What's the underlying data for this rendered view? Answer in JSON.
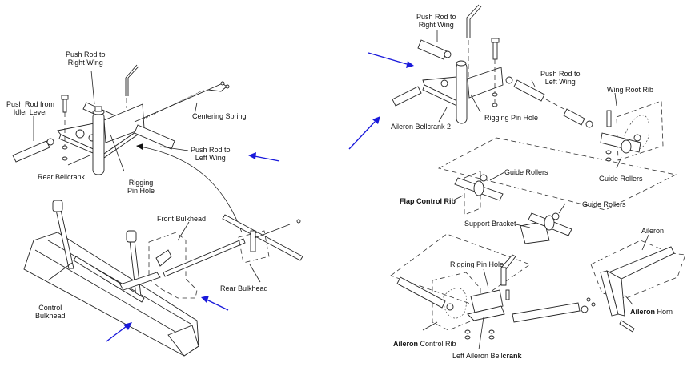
{
  "diagram": {
    "title": "Aileron control system exploded views",
    "colors": {
      "arrow": "#1a1adb",
      "line": "#222222",
      "background": "#ffffff"
    },
    "left_upper": {
      "labels": {
        "push_rod_right_wing": "Push Rod to\nRight Wing",
        "push_rod_idler": "Push Rod from\nIdler Lever",
        "centering_spring": "Centering Spring",
        "push_rod_left_wing": "Push Rod to\nLeft Wing",
        "rear_bellcrank": "Rear Bellcrank",
        "rigging_pin_hole": "Rigging\nPin Hole"
      }
    },
    "left_lower": {
      "labels": {
        "front_bulkhead": "Front Bulkhead",
        "rear_bulkhead": "Rear Bulkhead",
        "control_bulkhead": "Control\nBulkhead"
      }
    },
    "right_upper": {
      "labels": {
        "push_rod_right_wing": "Push Rod to\nRight Wing",
        "push_rod_left_wing": "Push Rod to\nLeft Wing",
        "wing_root_rib": "Wing Root Rib",
        "aileron_bellcrank_2": "Aileron Bellcrank 2",
        "rigging_pin_hole": "Rigging Pin Hole",
        "guide_rollers_1": "Guide Rollers",
        "guide_rollers_2": "Guide Rollers"
      }
    },
    "right_lower": {
      "labels": {
        "flap_control_rib": "Flap Control Rib",
        "guide_rollers_3": "Guide Rollers",
        "support_bracket": "Support Bracket",
        "aileron": "Aileron",
        "rigging_pin_hole": "Rigging Pin Hole",
        "aileron_horn_bold": "Aileron",
        "aileron_horn_rest": " Horn",
        "aileron_control_rib_bold": "Aileron",
        "aileron_control_rib_rest": " Control Rib",
        "left_aileron_bellcrank_a": "Left Aileron Bell",
        "left_aileron_bellcrank_b": "crank"
      }
    }
  }
}
